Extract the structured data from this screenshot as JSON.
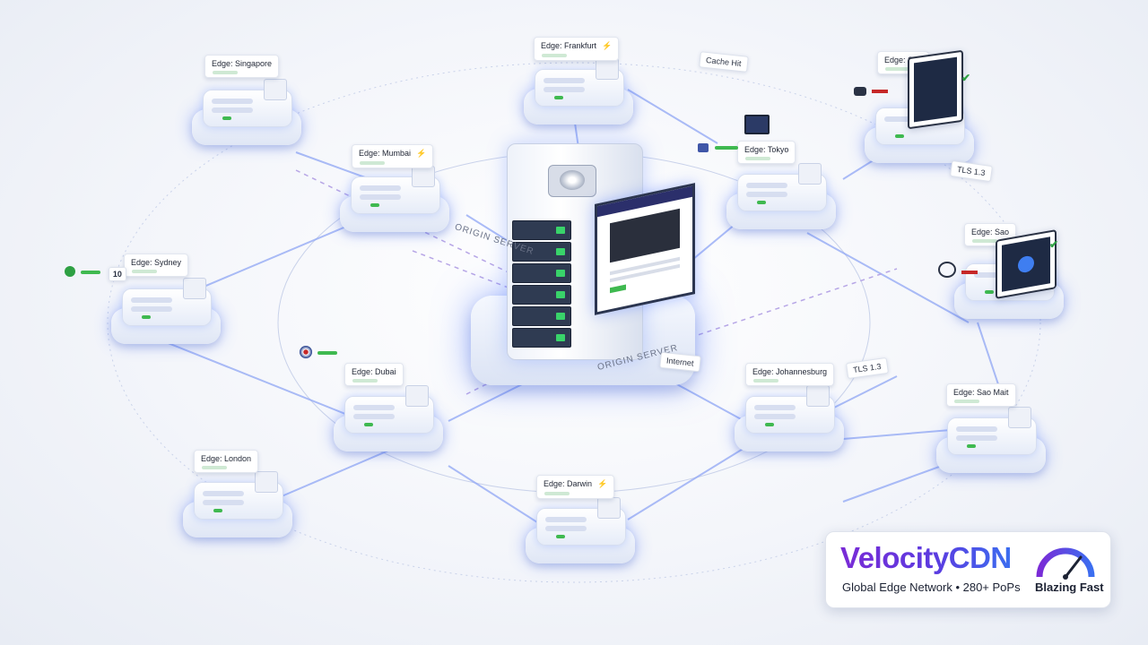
{
  "nodes": [
    {
      "label": "Edge: Singapore"
    },
    {
      "label": "Edge: Frankfurt"
    },
    {
      "label": "Edge: Mumbai"
    },
    {
      "label": "Edge: Tokyo"
    },
    {
      "label": "Edge: Sao"
    },
    {
      "label": "Edge: Sydney"
    },
    {
      "label": "Edge: Sao"
    },
    {
      "label": "Edge: Dubai"
    },
    {
      "label": "Edge: Johannesburg"
    },
    {
      "label": "Edge: Sao Mait"
    },
    {
      "label": "Edge: London"
    },
    {
      "label": "Edge: Darwin"
    }
  ],
  "origin": {
    "label_back": "ORIGIN SERVER",
    "label_front": "ORIGIN SERVER"
  },
  "annotations": {
    "cache_hit": "Cache Hit",
    "tls": "TLS 1.3",
    "latency": "Internet",
    "https": "TLS 1.3",
    "count": "10"
  },
  "brand": {
    "name": "VelocityCDN",
    "subtitle": "Global Edge Network • 280+ PoPs",
    "tagline": "Blazing Fast"
  },
  "colors": {
    "accent_purple": "#7a2bd6",
    "accent_blue": "#3b6ef0",
    "status_green": "#2ea043",
    "glow": "#5078ff"
  }
}
